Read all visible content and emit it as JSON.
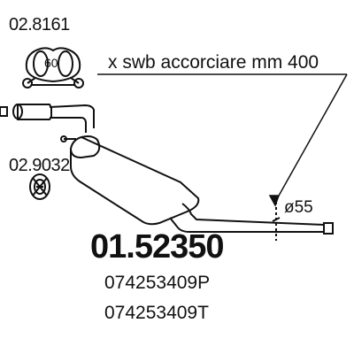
{
  "labels": {
    "clamp_code": "02.8161",
    "clamp_size": "60",
    "ring_code": "02.9032",
    "note": "x swb accorciare mm 400",
    "diameter": "ø55",
    "part_number": "01.52350",
    "oe_numbers": [
      "074253409P",
      "074253409T"
    ]
  }
}
